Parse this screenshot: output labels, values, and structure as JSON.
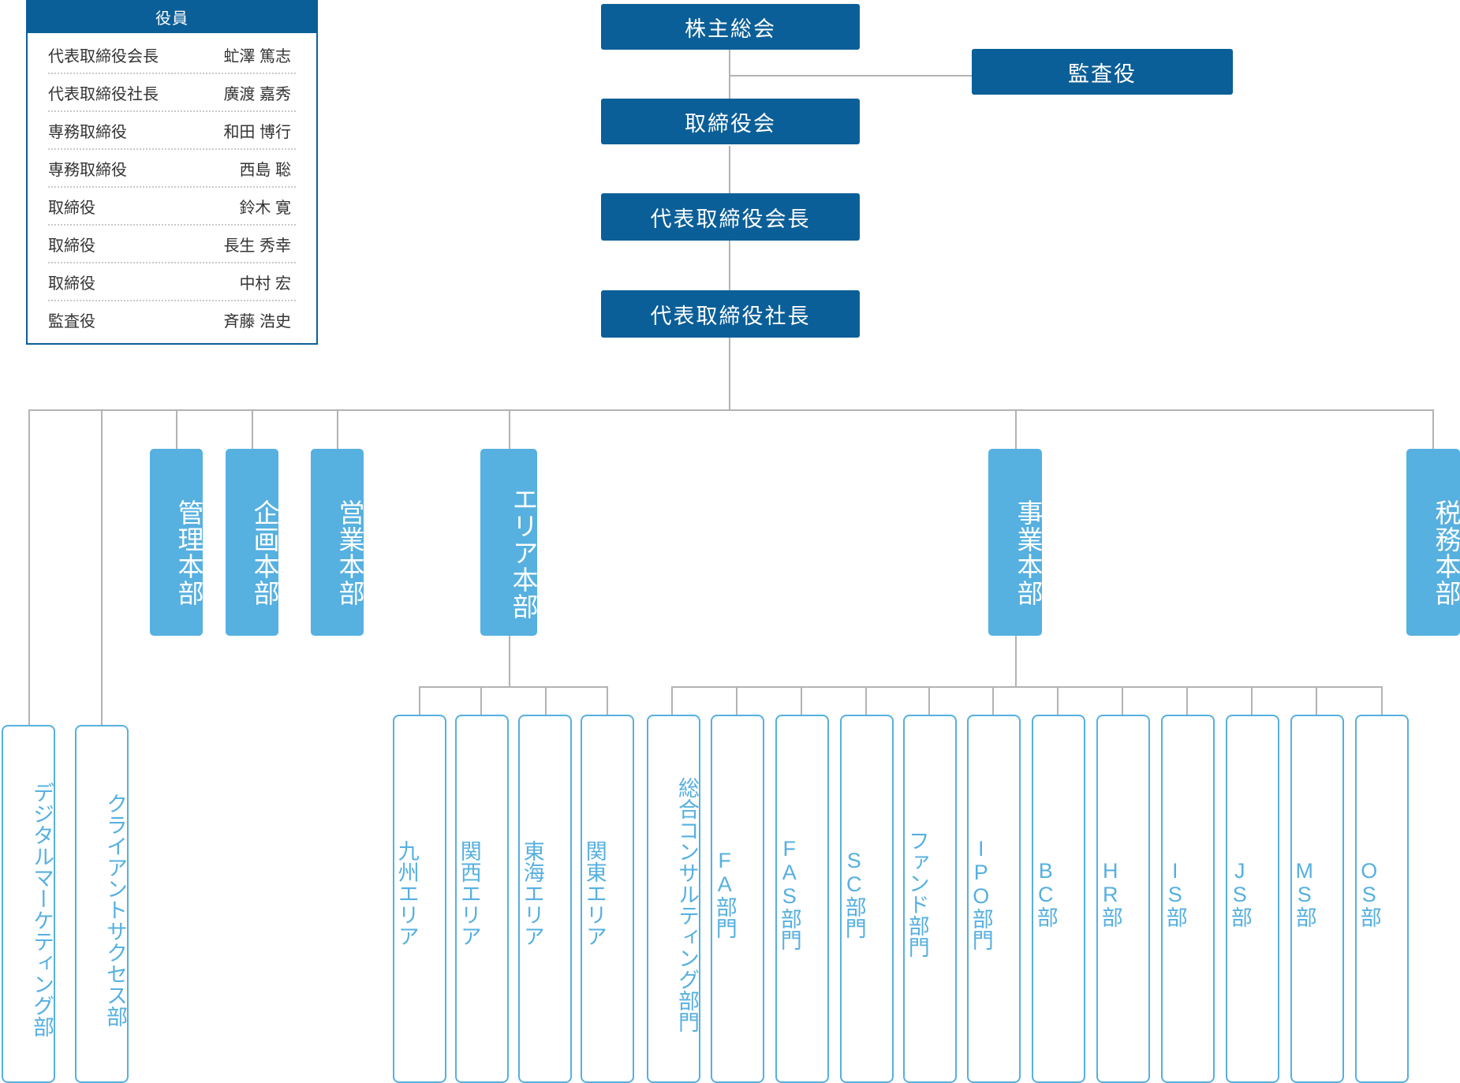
{
  "officers": {
    "header": "役員",
    "rows": [
      {
        "title": "代表取締役会長",
        "name": "虻澤 篤志"
      },
      {
        "title": "代表取締役社長",
        "name": "廣渡 嘉秀"
      },
      {
        "title": "専務取締役",
        "name": "和田 博行"
      },
      {
        "title": "専務取締役",
        "name": "西島 聡"
      },
      {
        "title": "取締役",
        "name": "鈴木 寛"
      },
      {
        "title": "取締役",
        "name": "長生 秀幸"
      },
      {
        "title": "取締役",
        "name": "中村 宏"
      },
      {
        "title": "監査役",
        "name": "斉藤 浩史"
      }
    ]
  },
  "governance": {
    "shareholders_meeting": "株主総会",
    "auditor": "監査役",
    "board_of_directors": "取締役会",
    "representative_chairman": "代表取締役会長",
    "representative_president": "代表取締役社長"
  },
  "divisions": {
    "kanri": "管理本部",
    "kikaku": "企画本部",
    "eigyo": "営業本部",
    "area": "エリア本部",
    "jigyo": "事業本部",
    "zeimu": "税務本部"
  },
  "eigyo_departments": [
    "デジタルマーケティング部",
    "クライアントサクセス部"
  ],
  "area_departments": [
    "九州エリア",
    "関西エリア",
    "東海エリア",
    "関東エリア"
  ],
  "jigyo_departments": [
    "総合コンサルティング部門",
    "FA部門",
    "FAS部門",
    "SC部門",
    "ファンド部門",
    "IPO部門",
    "BC部",
    "HR部",
    "IS部",
    "JS部",
    "MS部",
    "OS部"
  ],
  "colors": {
    "dark_blue": "#0b5f98",
    "light_blue": "#56b0e0",
    "line_gray": "#b3b3b3"
  }
}
